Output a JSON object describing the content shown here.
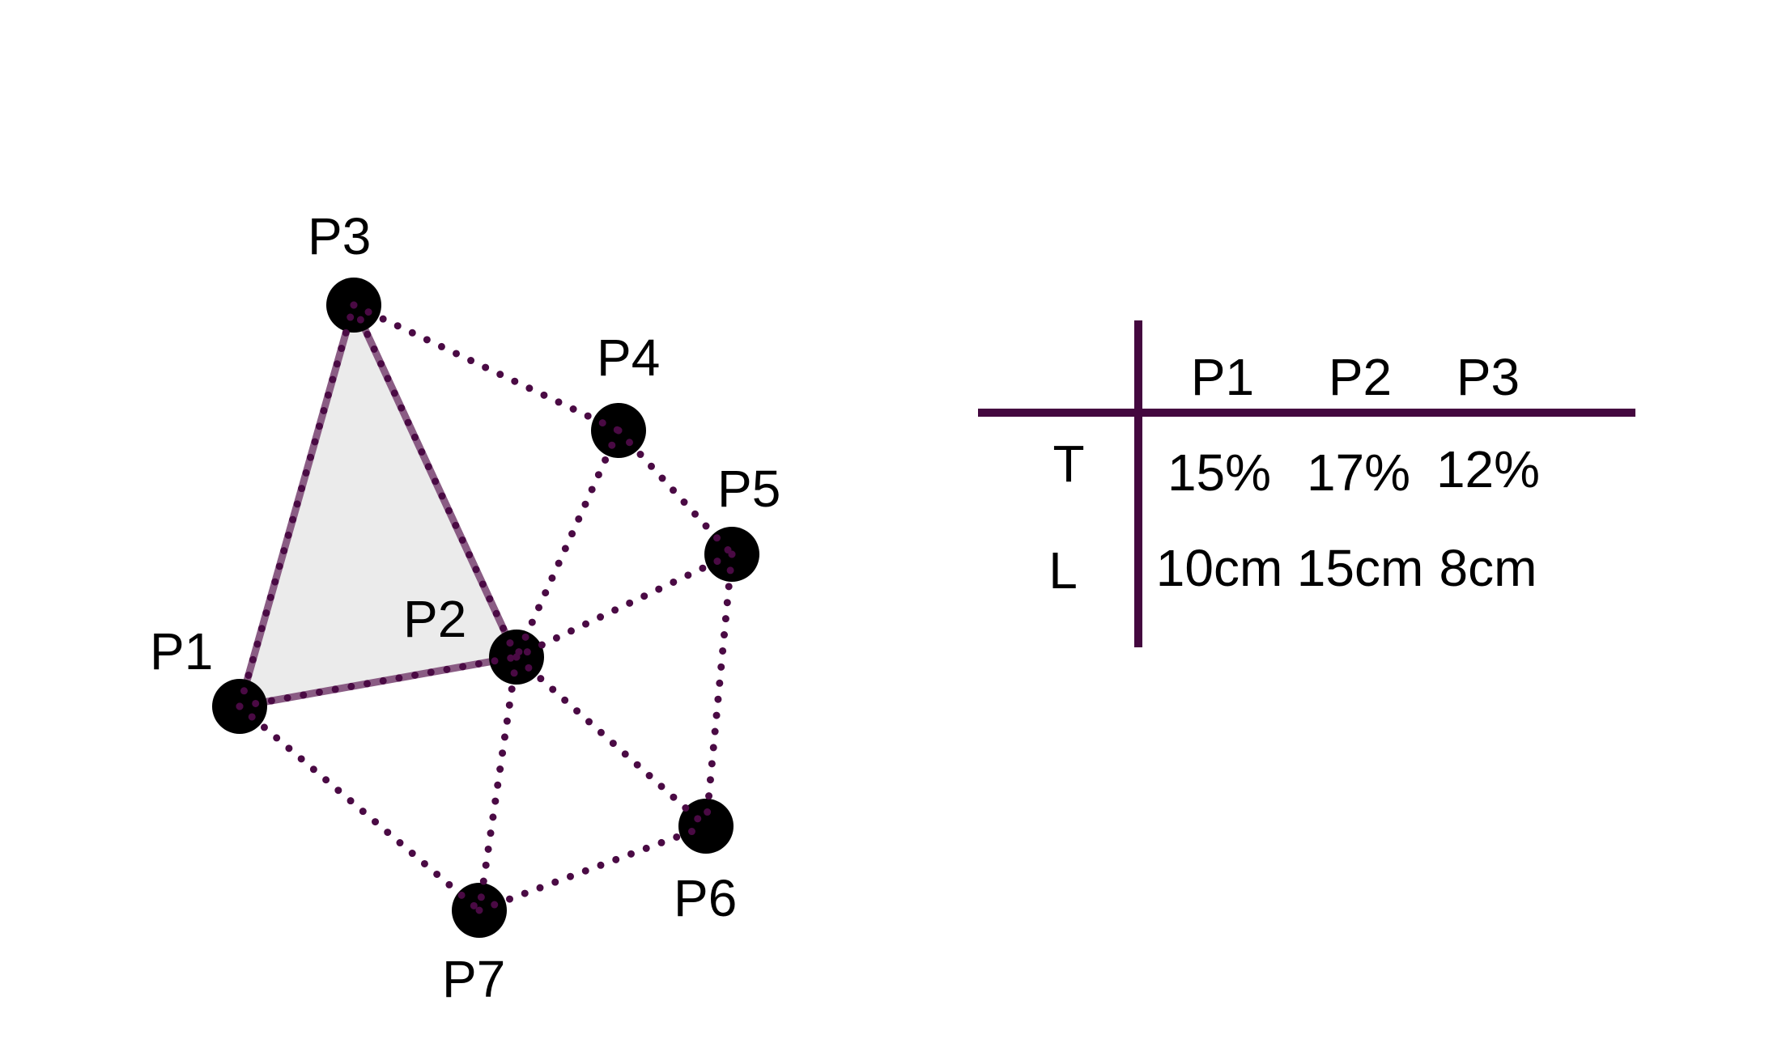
{
  "colors": {
    "edge": "#4a0a44",
    "highlight_edge": "#8a5c84",
    "triangle_fill": "#ebebeb",
    "node": "#000000",
    "table_rule": "#44083f",
    "text": "#000000"
  },
  "diagram": {
    "nodes": [
      {
        "id": "P1",
        "label": "P1"
      },
      {
        "id": "P2",
        "label": "P2"
      },
      {
        "id": "P3",
        "label": "P3"
      },
      {
        "id": "P4",
        "label": "P4"
      },
      {
        "id": "P5",
        "label": "P5"
      },
      {
        "id": "P6",
        "label": "P6"
      },
      {
        "id": "P7",
        "label": "P7"
      }
    ],
    "edges": [
      [
        "P1",
        "P3"
      ],
      [
        "P3",
        "P2"
      ],
      [
        "P1",
        "P2"
      ],
      [
        "P3",
        "P4"
      ],
      [
        "P4",
        "P5"
      ],
      [
        "P4",
        "P2"
      ],
      [
        "P5",
        "P2"
      ],
      [
        "P5",
        "P6"
      ],
      [
        "P2",
        "P6"
      ],
      [
        "P2",
        "P7"
      ],
      [
        "P1",
        "P7"
      ],
      [
        "P7",
        "P6"
      ]
    ],
    "highlighted_triangle": [
      "P1",
      "P2",
      "P3"
    ]
  },
  "table": {
    "columns": [
      "P1",
      "P2",
      "P3"
    ],
    "rows": [
      {
        "label": "T",
        "cells": [
          "15%",
          "17%",
          "12%"
        ]
      },
      {
        "label": "L",
        "cells": [
          "10cm",
          "15cm",
          "8cm"
        ]
      }
    ]
  }
}
